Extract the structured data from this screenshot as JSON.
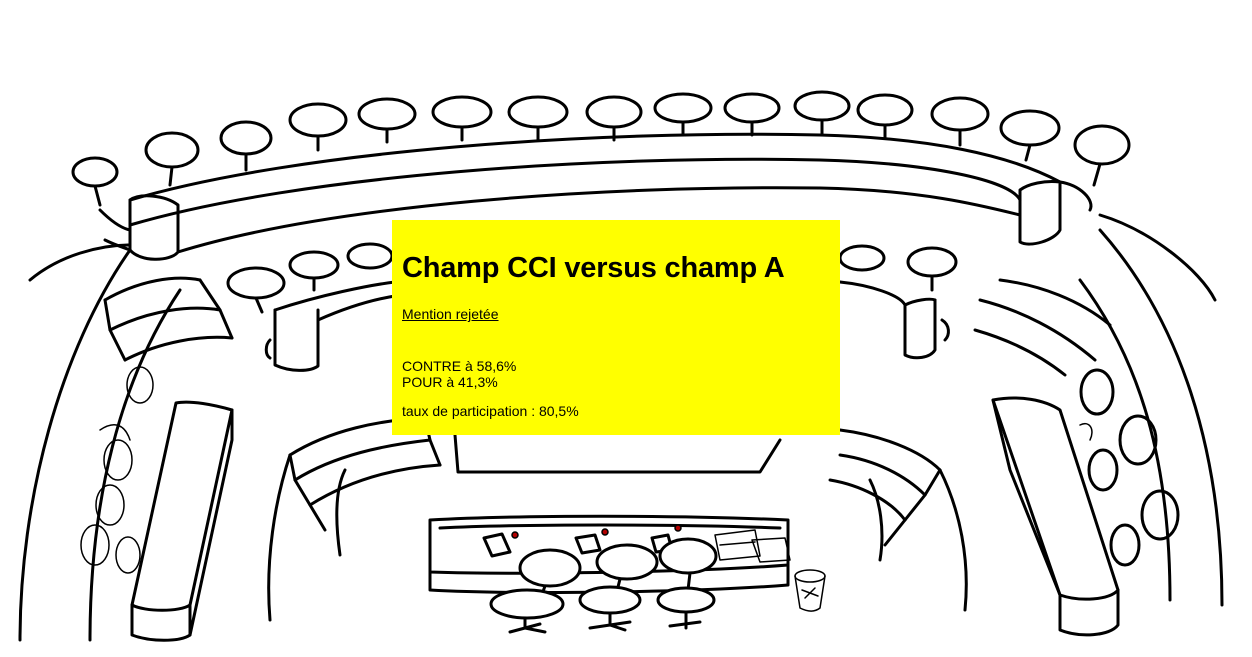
{
  "panel": {
    "title": "Champ CCI versus champ A",
    "status": "Mention rejetée",
    "against": "CONTRE à 58,6%",
    "for": "POUR à 41,3%",
    "participation": "taux de participation : 80,5%",
    "background": "#ffff00"
  },
  "illustration": {
    "subject": "hand-drawn assembly chamber (hémicycle) with seats and desks"
  }
}
